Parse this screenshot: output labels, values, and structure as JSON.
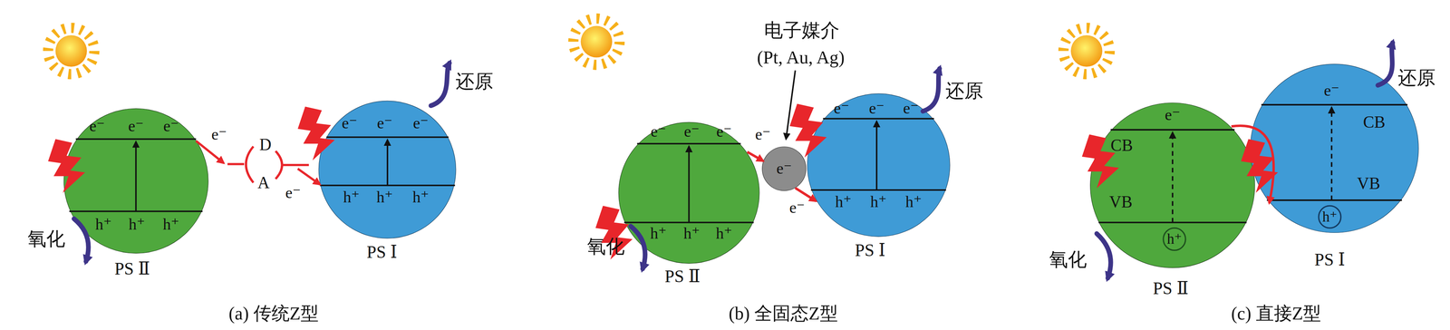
{
  "diagram": {
    "nodes": [
      {
        "text": [
          "e⁻",
          "e⁻",
          "e⁻",
          "h⁺",
          "h⁺",
          "h⁺",
          "PS Ⅱ"
        ]
      },
      {
        "text": [
          "e⁻",
          "e⁻",
          "e⁻",
          "h⁺",
          "h⁺",
          "h⁺",
          "PS Ⅰ"
        ]
      },
      {
        "text": [
          "e⁻",
          "e⁻",
          "e⁻",
          "h⁺",
          "h⁺",
          "h⁺",
          "PS Ⅱ"
        ]
      },
      {
        "text": [
          "e⁻"
        ]
      },
      {
        "text": [
          "e⁻",
          "e⁻",
          "e⁻",
          "h⁺",
          "h⁺",
          "h⁺",
          "PS Ⅰ"
        ]
      },
      {
        "text": [
          "e⁻",
          "CB",
          "VB",
          "h⁺",
          "PS Ⅱ"
        ]
      },
      {
        "text": [
          "e⁻",
          "CB",
          "VB",
          "h⁺",
          "PS Ⅰ"
        ]
      }
    ],
    "edges": [
      {
        "from": 2,
        "to": 3,
        "arrow": "to",
        "label": "e⁻"
      },
      {
        "from": 3,
        "to": 4,
        "arrow": "to",
        "label": "e⁻"
      },
      {
        "from": 5,
        "to": 6,
        "arrow": "to"
      }
    ],
    "labels": [
      "e⁻",
      "D",
      "A",
      "e⁻",
      "氧化",
      "还原",
      "(a) 传统Z型",
      "电子媒介",
      "(Pt, Au, Ag)",
      "氧化",
      "还原",
      "(b) 全固态Z型",
      "氧化",
      "还原",
      "(c) 直接Z型"
    ]
  }
}
